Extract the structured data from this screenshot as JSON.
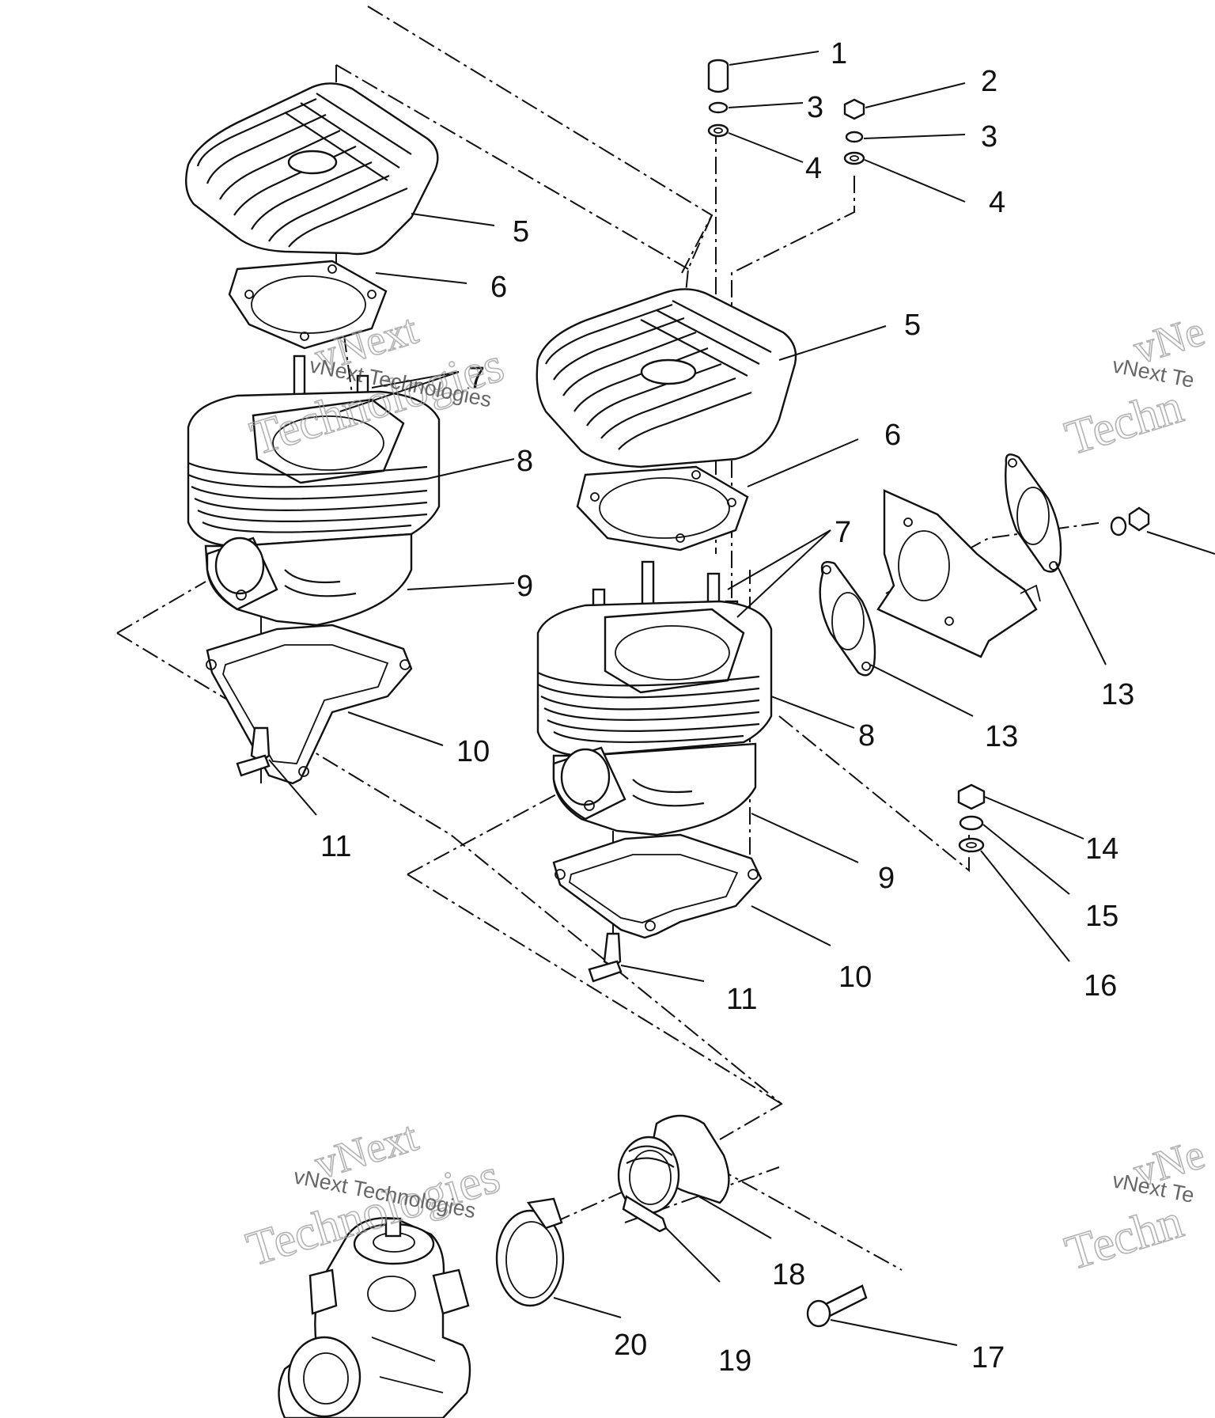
{
  "diagram": {
    "callouts": [
      {
        "id": "c1",
        "label": "1"
      },
      {
        "id": "c2",
        "label": "2"
      },
      {
        "id": "c3a",
        "label": "3"
      },
      {
        "id": "c3b",
        "label": "3"
      },
      {
        "id": "c4a",
        "label": "4"
      },
      {
        "id": "c4b",
        "label": "4"
      },
      {
        "id": "c5a",
        "label": "5"
      },
      {
        "id": "c5b",
        "label": "5"
      },
      {
        "id": "c6a",
        "label": "6"
      },
      {
        "id": "c6b",
        "label": "6"
      },
      {
        "id": "c7a",
        "label": "7"
      },
      {
        "id": "c7b",
        "label": "7"
      },
      {
        "id": "c8a",
        "label": "8"
      },
      {
        "id": "c8b",
        "label": "8"
      },
      {
        "id": "c9a",
        "label": "9"
      },
      {
        "id": "c9b",
        "label": "9"
      },
      {
        "id": "c10a",
        "label": "10"
      },
      {
        "id": "c10b",
        "label": "10"
      },
      {
        "id": "c11a",
        "label": "11"
      },
      {
        "id": "c11b",
        "label": "11"
      },
      {
        "id": "c13a",
        "label": "13"
      },
      {
        "id": "c13b",
        "label": "13"
      },
      {
        "id": "c14",
        "label": "14"
      },
      {
        "id": "c15",
        "label": "15"
      },
      {
        "id": "c16",
        "label": "16"
      },
      {
        "id": "c17",
        "label": "17"
      },
      {
        "id": "c18",
        "label": "18"
      },
      {
        "id": "c19",
        "label": "19"
      },
      {
        "id": "c20",
        "label": "20"
      }
    ],
    "watermark": {
      "line1": "vNext",
      "line2": "Technologies",
      "small": "vNext Technologies",
      "partial_small": "vNext Te",
      "partial_large": "Techn",
      "partial_top": "vNe"
    },
    "colors": {
      "ink": "#111111",
      "watermark": "#9a9a9a",
      "background": "#ffffff"
    }
  }
}
